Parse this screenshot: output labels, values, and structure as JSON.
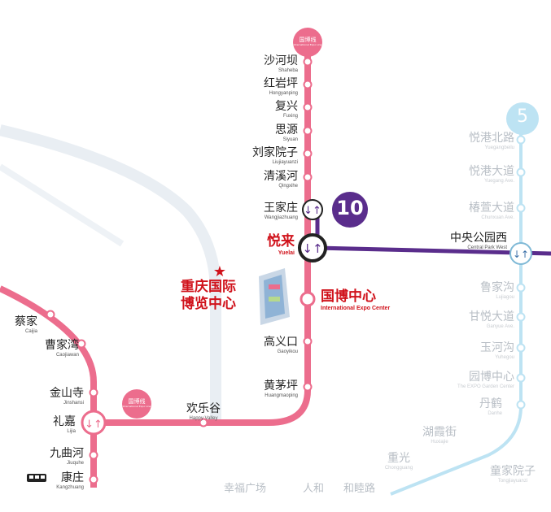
{
  "lines": {
    "guobo_badge": "国博线",
    "guobo_badge_en": "International Expo Line",
    "line10_number": "10",
    "line5_number": "5",
    "colors": {
      "guobo": "#ec6d8d",
      "line10": "#5a2d8c",
      "line5": "#bde3f3",
      "highlight": "#d0121b"
    }
  },
  "stations_main": [
    {
      "zh": "沙河坝",
      "en": "Shaheba"
    },
    {
      "zh": "红岩坪",
      "en": "Hongyanping"
    },
    {
      "zh": "复兴",
      "en": "Fuxing"
    },
    {
      "zh": "思源",
      "en": "Siyuan"
    },
    {
      "zh": "刘家院子",
      "en": "Liujiayuanzi"
    },
    {
      "zh": "清溪河",
      "en": "Qingxihe"
    },
    {
      "zh": "王家庄",
      "en": "Wangjiazhuang"
    },
    {
      "zh": "悦来",
      "en": "Yuelai"
    },
    {
      "zh": "国博中心",
      "en": "International Expo Center"
    },
    {
      "zh": "高义口",
      "en": "Gaoyikou"
    },
    {
      "zh": "黄茅坪",
      "en": "Huangmaoping"
    },
    {
      "zh": "欢乐谷",
      "en": "Happy Valley"
    }
  ],
  "stations_west": [
    {
      "zh": "蔡家",
      "en": "Caijia"
    },
    {
      "zh": "曹家湾",
      "en": "Caojiawan"
    },
    {
      "zh": "金山寺",
      "en": "Jinshansi"
    },
    {
      "zh": "礼嘉",
      "en": "Lijia"
    },
    {
      "zh": "九曲河",
      "en": "Jiuquhe"
    },
    {
      "zh": "康庄",
      "en": "Kangzhuang"
    }
  ],
  "line10_station": {
    "zh": "中央公园西",
    "en": "Central Park West"
  },
  "stations_line5": [
    {
      "zh": "悦港北路",
      "en": "Yuegangbeilu"
    },
    {
      "zh": "悦港大道",
      "en": "Yuegang Ave."
    },
    {
      "zh": "椿萱大道",
      "en": "Chunxuan Ave."
    },
    {
      "zh": "鲁家沟",
      "en": "Lujiagou"
    },
    {
      "zh": "甘悦大道",
      "en": "Ganyue Ave."
    },
    {
      "zh": "玉河沟",
      "en": "Yuhegou"
    },
    {
      "zh": "园博中心",
      "en": "The EXPO Garden Center"
    },
    {
      "zh": "丹鹤",
      "en": "Danhe"
    },
    {
      "zh": "湖霞街",
      "en": "Huxiajie"
    },
    {
      "zh": "重光",
      "en": "Chongguang"
    },
    {
      "zh": "童家院子",
      "en": "Tongjiayuanzi"
    }
  ],
  "bottom_faded": [
    "幸福广场",
    "人和",
    "和睦路"
  ],
  "landmark": {
    "line1": "重庆国际",
    "line2": "博览中心",
    "icon": "star-icon"
  }
}
